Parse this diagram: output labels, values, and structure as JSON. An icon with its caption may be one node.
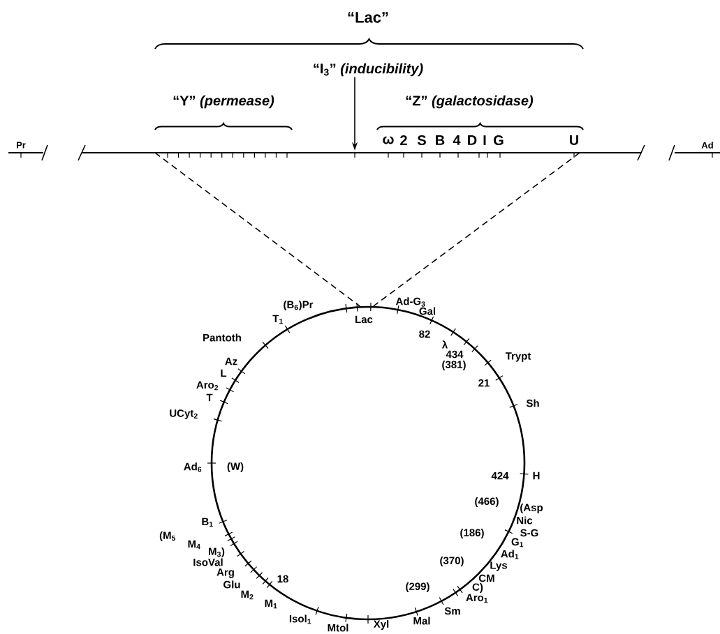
{
  "diagram": {
    "nodes": [
      {
        "text": [
          "“I$_{3}$” *(inducibility)*"
        ]
      },
      {
        "text": [],
        "shape": "bar"
      },
      {
        "text": [],
        "shape": "circle"
      }
    ],
    "edges": [
      {
        "from": 0,
        "to": 1,
        "arrow": "to"
      },
      {
        "from": 1,
        "to": 2,
        "arrow": "none",
        "style": "dashed"
      },
      {
        "from": 1,
        "to": 2,
        "arrow": "none",
        "style": "dashed"
      }
    ],
    "labels": [
      "“Lac”",
      "“Y” *(permease)*",
      "“Z” *(galactosidase)*",
      "Pr",
      "ω",
      "2",
      "S",
      "B",
      "4",
      "D",
      "I",
      "G",
      "U",
      "Ad",
      "(B$_{6}$)Pr",
      "Lac",
      "Ad-G$_{3}$",
      "Gal",
      "T$_{1}$",
      "82",
      "λ",
      "Pantoth",
      "434",
      "(381)",
      "Trypt",
      "Az",
      "L",
      "Aro$_{2}$",
      "T",
      "21",
      "UCyt$_{2}$",
      "Sh",
      "Ad$_{6}$",
      "(W)",
      "424",
      "H",
      "(466)",
      "(Asp",
      "B$_{1}$",
      "Nic",
      "(M$_{5}$",
      "(186)",
      "S-G",
      "M$_{4}$",
      "M$_{3}$)",
      "G$_{1}$",
      "Ad$_{1}$",
      "IsoVal",
      "(370)",
      "Lys",
      "Arg",
      "18",
      "CM",
      "Glu",
      "(299)",
      "C)",
      "M$_{2}$",
      "M$_{1}$",
      "Aro$_{1}$",
      "Sm",
      "Isol$_{1}$",
      "Mtol",
      "Mal",
      "Xyl"
    ]
  }
}
